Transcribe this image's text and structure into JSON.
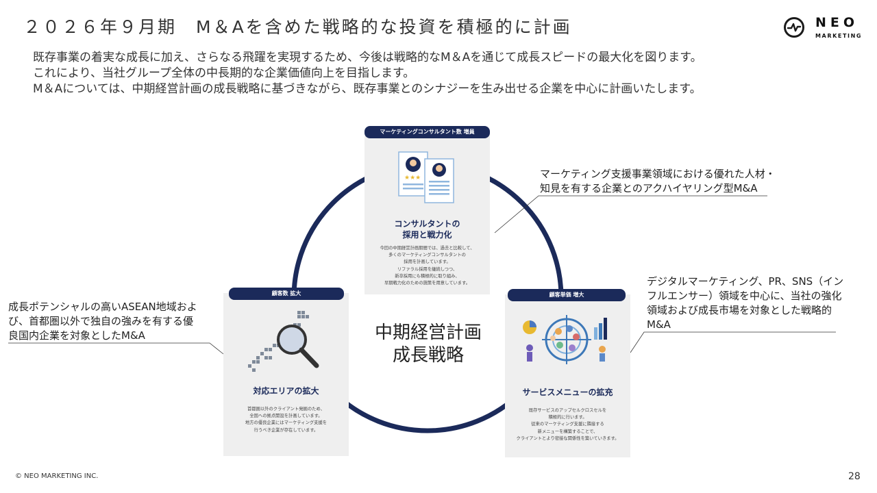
{
  "title": "２０２６年９月期　M＆Aを含めた戦略的な投資を積極的に計画",
  "logo": {
    "name": "NEO",
    "sub": "MARKETING"
  },
  "intro": [
    "既存事業の着実な成長に加え、さらなる飛躍を実現するため、今後は戦略的なM＆Aを通じて成長スピードの最大化を図ります。",
    "これにより、当社グループ全体の中長期的な企業価値向上を目指します。",
    "M＆Aについては、中期経営計画の成長戦略に基づきながら、既存事業とのシナジーを生み出せる企業を中心に計画いたします。"
  ],
  "center": {
    "line1": "中期経営計画",
    "line2": "成長戦略"
  },
  "cards": [
    {
      "label": "マーケティングコンサルタント数 増員",
      "title_lines": [
        "コンサルタントの",
        "採用と戦力化"
      ],
      "body_lines": [
        "今回の中期経営計画期間では、過去と比較して、",
        "多くのマーケティングコンサルタントの",
        "採用を計画しています。",
        "リファラル採用を継続しつつ、",
        "新卒採用にも積極的に取り組み、",
        "早期戦力化のための施策を用意しています。"
      ]
    },
    {
      "label": "顧客数 拡大",
      "title_lines": [
        "対応エリアの拡大"
      ],
      "body_lines": [
        "首都圏以外のクライアント発掘のため、",
        "全国への拠点開設を計画しています。",
        "地方の優良企業にはマーケティング支援を",
        "行うべき企業が存在しています。"
      ]
    },
    {
      "label": "顧客単価 増大",
      "title_lines": [
        "サービスメニューの拡充"
      ],
      "body_lines": [
        "既存サービスのアップセルクロスセルを",
        "積極的に行います。",
        "従来のマーケティング支援に隣接する",
        "新メニューを構築することで、",
        "クライアントとより密接な関係性を築いていきます。"
      ]
    }
  ],
  "notes": {
    "top_right": [
      "マーケティング支援事業領域における優れた人材・",
      "知見を有する企業とのアクハイヤリング型M&A"
    ],
    "right": [
      "デジタルマーケティング、PR、SNS（イン",
      "フルエンサー）領域を中心に、当社の強化",
      "領域および成長市場を対象とした戦略的",
      "M&A"
    ],
    "left": [
      "成長ポテンシャルの高いASEAN地域およ",
      "び、首都圏以外で独自の強みを有する優",
      "良国内企業を対象としたM&A"
    ]
  },
  "footer": "© NEO MARKETING INC.",
  "page_number": "28",
  "colors": {
    "navy": "#1b2a5a",
    "card_bg": "#efefef"
  }
}
